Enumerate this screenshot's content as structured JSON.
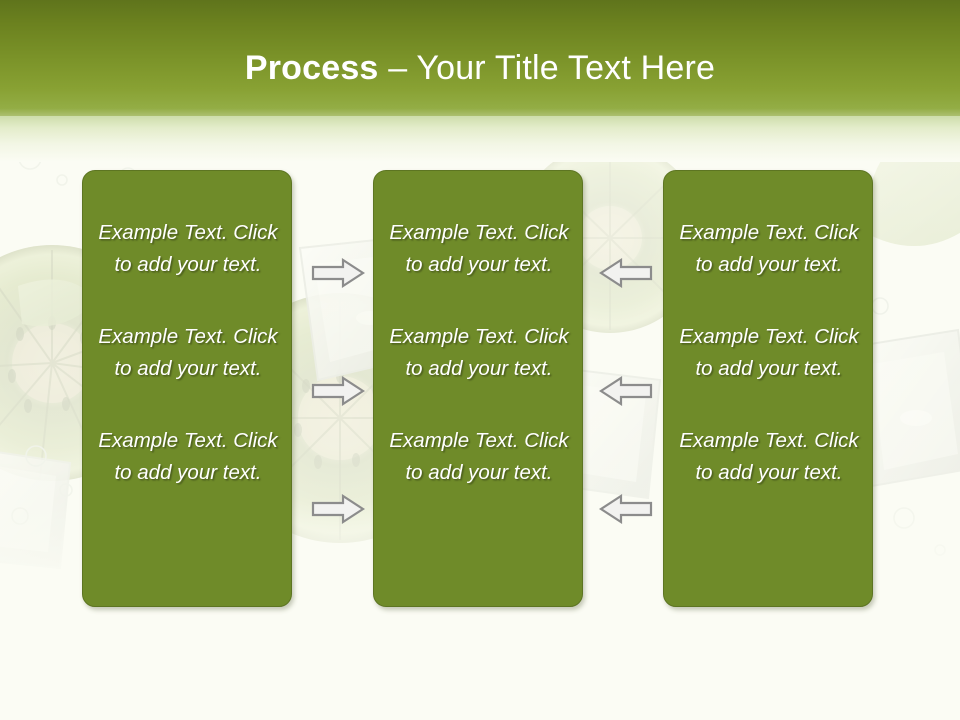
{
  "slide": {
    "title_bold": "Process",
    "title_rest": " – Your Title Text Here",
    "title_full": "Process – Your Title Text Here"
  },
  "theme": {
    "header_top_color": "#5f741c",
    "header_bottom_color": "#93ad45",
    "panel_color": "#6f8b29",
    "panel_border_color": "#5d7522",
    "background_color": "#fbfcf4",
    "text_color": "#ffffff",
    "arrow_fill": "#f0f0ee",
    "arrow_stroke": "#808080"
  },
  "columns": [
    {
      "name": "column-1",
      "blocks": [
        {
          "text": "Example Text. Click  to add your text."
        },
        {
          "text": "Example Text. Click  to add your text."
        },
        {
          "text": "Example Text. Click  to add your text."
        }
      ]
    },
    {
      "name": "column-2",
      "blocks": [
        {
          "text": "Example Text. Click  to add your text."
        },
        {
          "text": "Example Text. Click  to add your text."
        },
        {
          "text": "Example Text. Click  to add your text."
        }
      ]
    },
    {
      "name": "column-3",
      "blocks": [
        {
          "text": "Example Text. Click  to add your text."
        },
        {
          "text": "Example Text. Click  to add your text."
        },
        {
          "text": "Example Text. Click  to add your text."
        }
      ]
    }
  ],
  "connectors": {
    "left_group_direction": "right",
    "right_group_direction": "left",
    "count_per_group": 3
  }
}
